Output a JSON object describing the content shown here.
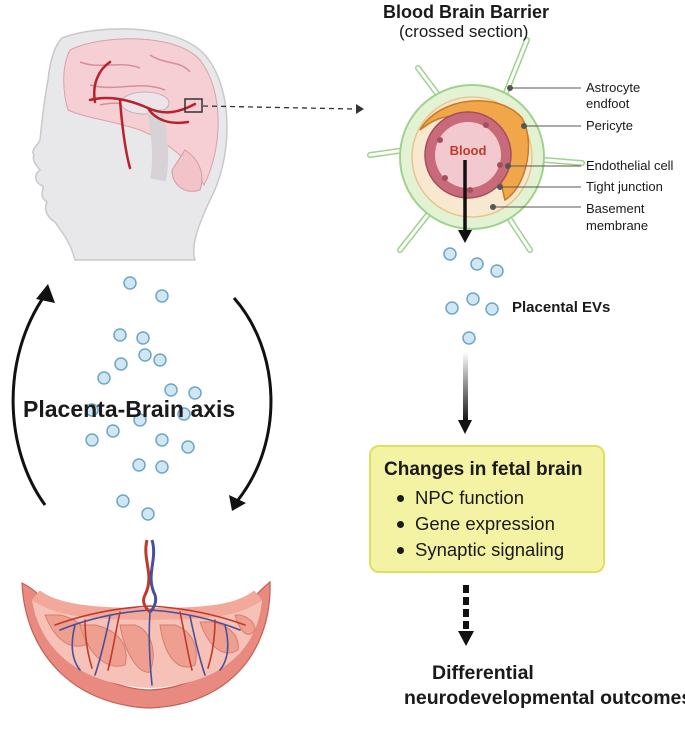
{
  "bbb": {
    "title": "Blood Brain Barrier",
    "subtitle": "(crossed section)",
    "blood_label": "Blood",
    "labels": {
      "astrocyte_1": "Astrocyte",
      "astrocyte_2": "endfoot",
      "pericyte": "Pericyte",
      "endothelial": "Endothelial cell",
      "tight": "Tight junction",
      "basement_1": "Basement",
      "basement_2": "membrane"
    }
  },
  "axis_title": "Placenta-Brain axis",
  "evs_label": "Placental EVs",
  "changes": {
    "title": "Changes in fetal brain",
    "items": [
      "NPC function",
      "Gene expression",
      "Synaptic signaling"
    ]
  },
  "outcome": {
    "line1": "Differential",
    "line2": "neurodevelopmental outcomes?"
  },
  "colors": {
    "astrocyte": "#d9efc6",
    "astrocyte_outline": "#9fd28e",
    "pericyte": "#f1a64a",
    "endothelial": "#c86a7a",
    "blood": "#f1c9cf",
    "box_fill": "#f3f3a3",
    "ev": "#cfe6f3",
    "placenta": "#f2a89a",
    "vessel_red": "#c0392b",
    "vessel_blue": "#4a4f9a"
  }
}
